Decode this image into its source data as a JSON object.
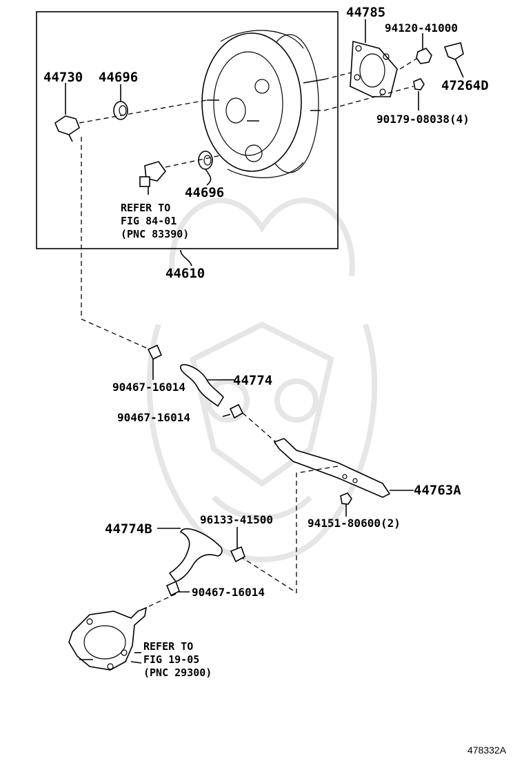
{
  "labels": {
    "p44785": "44785",
    "p94120": "94120-41000",
    "p47264d": "47264D",
    "p90179": "90179-08038(4)",
    "p44730": "44730",
    "p44696a": "44696",
    "p44696b": "44696",
    "ref1_l1": "REFER TO",
    "ref1_l2": "FIG 84-01",
    "ref1_l3": "(PNC 83390)",
    "p44610": "44610",
    "p90467a": "90467-16014",
    "p44774": "44774",
    "p90467b": "90467-16014",
    "p44763a": "44763A",
    "p94151": "94151-80600(2)",
    "p44774b": "44774B",
    "p96133": "96133-41500",
    "p90467c": "90467-16014",
    "ref2_l1": "REFER TO",
    "ref2_l2": "FIG 19-05",
    "ref2_l3": "(PNC 29300)",
    "diagram_code": "478332A"
  }
}
